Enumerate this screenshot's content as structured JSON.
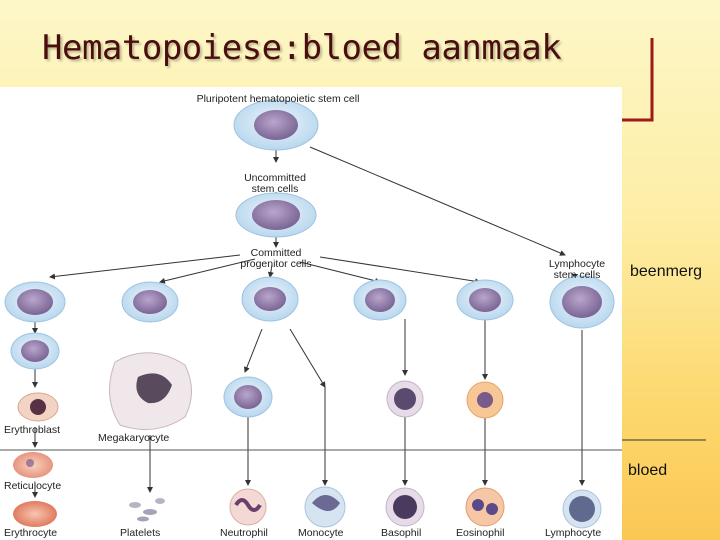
{
  "slide": {
    "title": "Hematopoiese:bloed aanmaak",
    "label_bone_marrow": "beenmerg",
    "label_blood": "bloed"
  },
  "diagram": {
    "stem_cell": "Pluripotent hematopoietic stem cell",
    "uncommitted_1": "Uncommitted",
    "uncommitted_2": "stem cells",
    "committed_1": "Committed",
    "committed_2": "progenitor cells",
    "lymph_stem_1": "Lymphocyte",
    "lymph_stem_2": "stem cells",
    "erythroblast": "Erythroblast",
    "megakaryocyte": "Megakaryocyte",
    "reticulocyte": "Reticulocyte",
    "erythrocyte": "Erythrocyte",
    "platelets": "Platelets",
    "neutrophil": "Neutrophil",
    "monocyte": "Monocyte",
    "basophil": "Basophil",
    "eosinophil": "Eosinophil",
    "lymphocyte": "Lymphocyte"
  },
  "colors": {
    "title": "#4a0e0e",
    "accent_line": "#a01818",
    "cell_membrane": "#d8eaf6",
    "cell_nucleus": "#8e7aa6"
  }
}
